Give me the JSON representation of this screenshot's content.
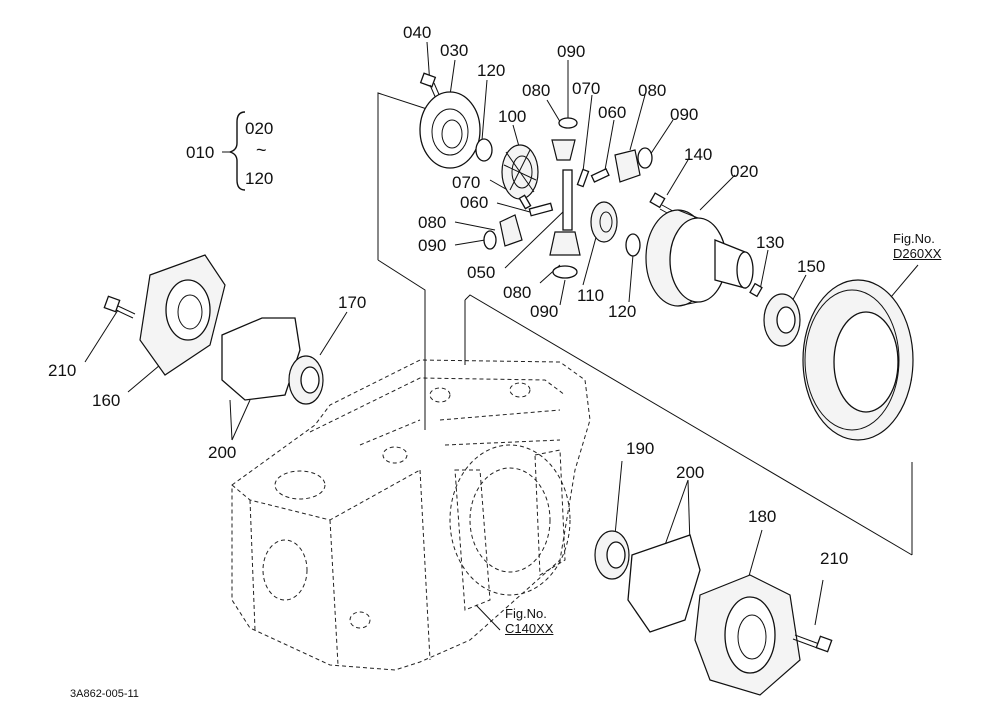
{
  "labels": {
    "p040": "040",
    "p030": "030",
    "p120a": "120",
    "p100": "100",
    "p080a": "080",
    "p090a": "090",
    "p070a": "070",
    "p060a": "060",
    "p080b": "080",
    "p090b": "090",
    "p140": "140",
    "p020": "020",
    "p070b": "070",
    "p060b": "060",
    "p080c": "080",
    "p090c": "090",
    "p050": "050",
    "p080d": "080",
    "p110": "110",
    "p090d": "090",
    "p120b": "120",
    "p130": "130",
    "p150": "150",
    "p210a": "210",
    "p160": "160",
    "p170": "170",
    "p200a": "200",
    "p190": "190",
    "p200b": "200",
    "p180": "180",
    "p210b": "210"
  },
  "assembly": {
    "parent": "010",
    "from": "020",
    "tilde": "~",
    "to": "120"
  },
  "refs": {
    "d260": {
      "prefix": "Fig.No.",
      "number": "D260XX"
    },
    "c140": {
      "prefix": "Fig.No.",
      "number": "C140XX"
    }
  },
  "drawing_code": "3A862-005-11"
}
